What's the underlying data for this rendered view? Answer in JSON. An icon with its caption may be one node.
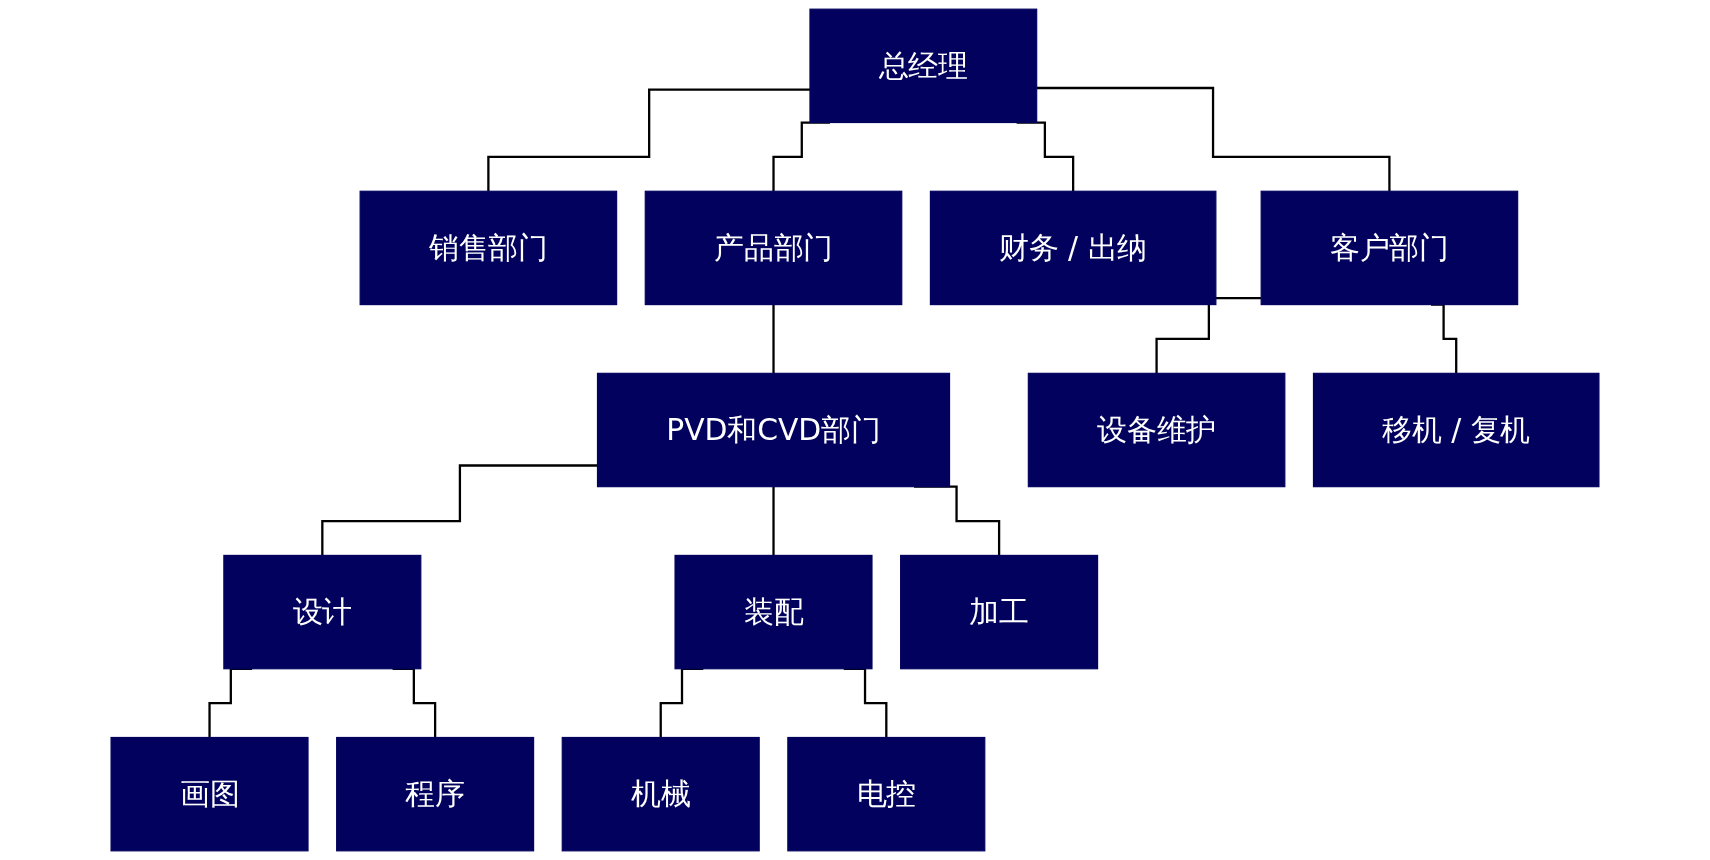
{
  "diagram": {
    "nodes": [
      {
        "text": [
          "总经理"
        ]
      },
      {
        "text": [
          "销售部门"
        ]
      },
      {
        "text": [
          "产品部门"
        ]
      },
      {
        "text": [
          "财务 / 出纳"
        ]
      },
      {
        "text": [
          "客户部门"
        ]
      },
      {
        "text": [
          "PVD和CVD部门"
        ]
      },
      {
        "text": [
          "设计"
        ]
      },
      {
        "text": [
          "装配"
        ]
      },
      {
        "text": [
          "加工"
        ]
      },
      {
        "text": [
          "画图"
        ]
      },
      {
        "text": [
          "程序"
        ]
      },
      {
        "text": [
          "机械"
        ]
      },
      {
        "text": [
          "电控"
        ]
      },
      {
        "text": [
          "设备维护"
        ]
      },
      {
        "text": [
          "移机 / 复机"
        ]
      }
    ],
    "edges": [
      {
        "from": 0,
        "to": 1,
        "arrow": "none"
      },
      {
        "from": 0,
        "to": 2,
        "arrow": "none"
      },
      {
        "from": 0,
        "to": 3,
        "arrow": "none"
      },
      {
        "from": 0,
        "to": 4,
        "arrow": "none"
      },
      {
        "from": 2,
        "to": 5,
        "arrow": "none"
      },
      {
        "from": 5,
        "to": 6,
        "arrow": "none"
      },
      {
        "from": 5,
        "to": 7,
        "arrow": "none"
      },
      {
        "from": 5,
        "to": 8,
        "arrow": "none"
      },
      {
        "from": 6,
        "to": 9,
        "arrow": "none"
      },
      {
        "from": 6,
        "to": 10,
        "arrow": "none"
      },
      {
        "from": 7,
        "to": 11,
        "arrow": "none"
      },
      {
        "from": 7,
        "to": 12,
        "arrow": "none"
      },
      {
        "from": 4,
        "to": 13,
        "arrow": "none"
      },
      {
        "from": 4,
        "to": 14,
        "arrow": "none"
      }
    ]
  }
}
